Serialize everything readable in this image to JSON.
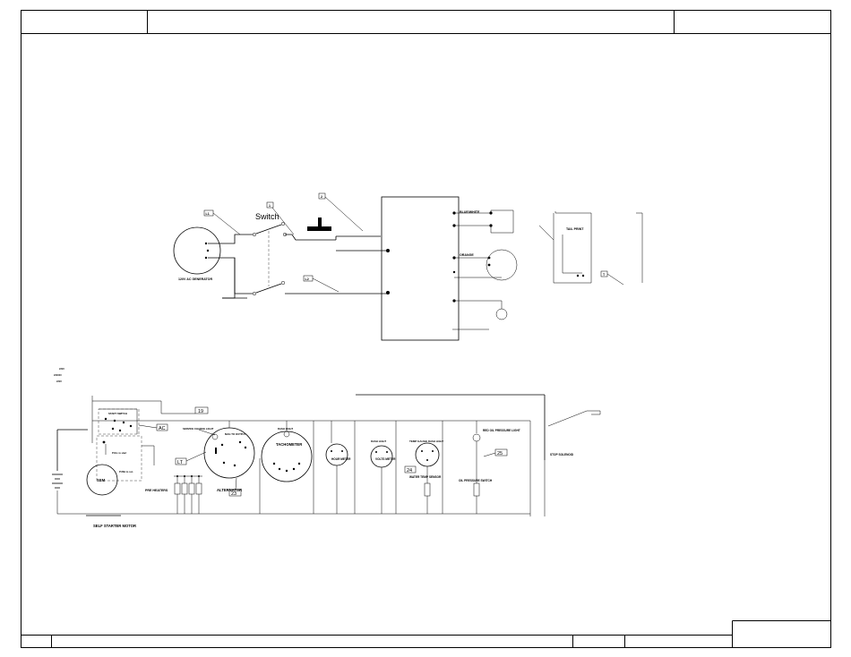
{
  "title_block": {
    "top_left": "",
    "top_center": "",
    "top_right": "",
    "bottom_right": ""
  },
  "labels": {
    "switch": "Switch",
    "ac_generator": "120V AC GENERATOR",
    "blue_white": "BLUE/WHITE",
    "orange": "ORANGE",
    "callout_l1": "L1",
    "callout_1": "1",
    "callout_2": "2",
    "callout_l2": "L2",
    "callout_t": "T",
    "tail_print": "TAIL PRINT",
    "callout_19": "19",
    "callout_ac": "AC",
    "callout_lt": "LT",
    "callout_23": "23",
    "callout_24": "24",
    "callout_25": "25",
    "starter_switch": "START SWITCH",
    "pull_to_start": "PULL to start",
    "push_to_run": "PUSH to run",
    "ssm": "SSM",
    "pre_heaters": "PRE HEATERS",
    "self_starter_motor": "SELF STARTER MOTOR",
    "service_charge_light": "SERVICE CHARGE LIGHT",
    "mag_to_output": "MAG TO OUTPUT",
    "alternator": "ALTERNATOR",
    "dash_light_1": "DASH LIGHT",
    "tachometer": "TACHOMETER",
    "hour_meter": "HOUR METER",
    "dash_light_2": "DASH LIGHT",
    "volts_meter": "VOLTS METER",
    "temp_gauge": "TEMP GAUGE",
    "dash_light_3": "DASH LIGHT",
    "water_temp_sensor": "WATER TEMP SENSOR",
    "red_oil_pressure_light": "RED OIL PRESSURE LIGHT",
    "oil_pressure_switch": "OIL PRESSURE SWITCH",
    "stop_solenoid": "STOP SOLENOID",
    "legend_1": "####",
    "legend_2": "######",
    "legend_3": "####"
  },
  "colors": {
    "line": "#000000",
    "background": "#ffffff"
  }
}
